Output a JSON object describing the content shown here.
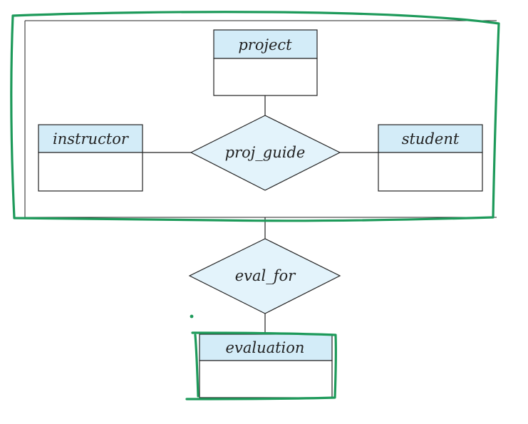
{
  "diagram": {
    "entities": {
      "project": "project",
      "instructor": "instructor",
      "student": "student",
      "evaluation": "evaluation"
    },
    "relationships": {
      "proj_guide": "proj_guide",
      "eval_for": "eval_for"
    },
    "colors": {
      "entity_header": "#d3ecf8",
      "relationship_fill": "#e3f3fb",
      "outline": "#222222",
      "annotation_ink": "#1d9a5a"
    }
  }
}
